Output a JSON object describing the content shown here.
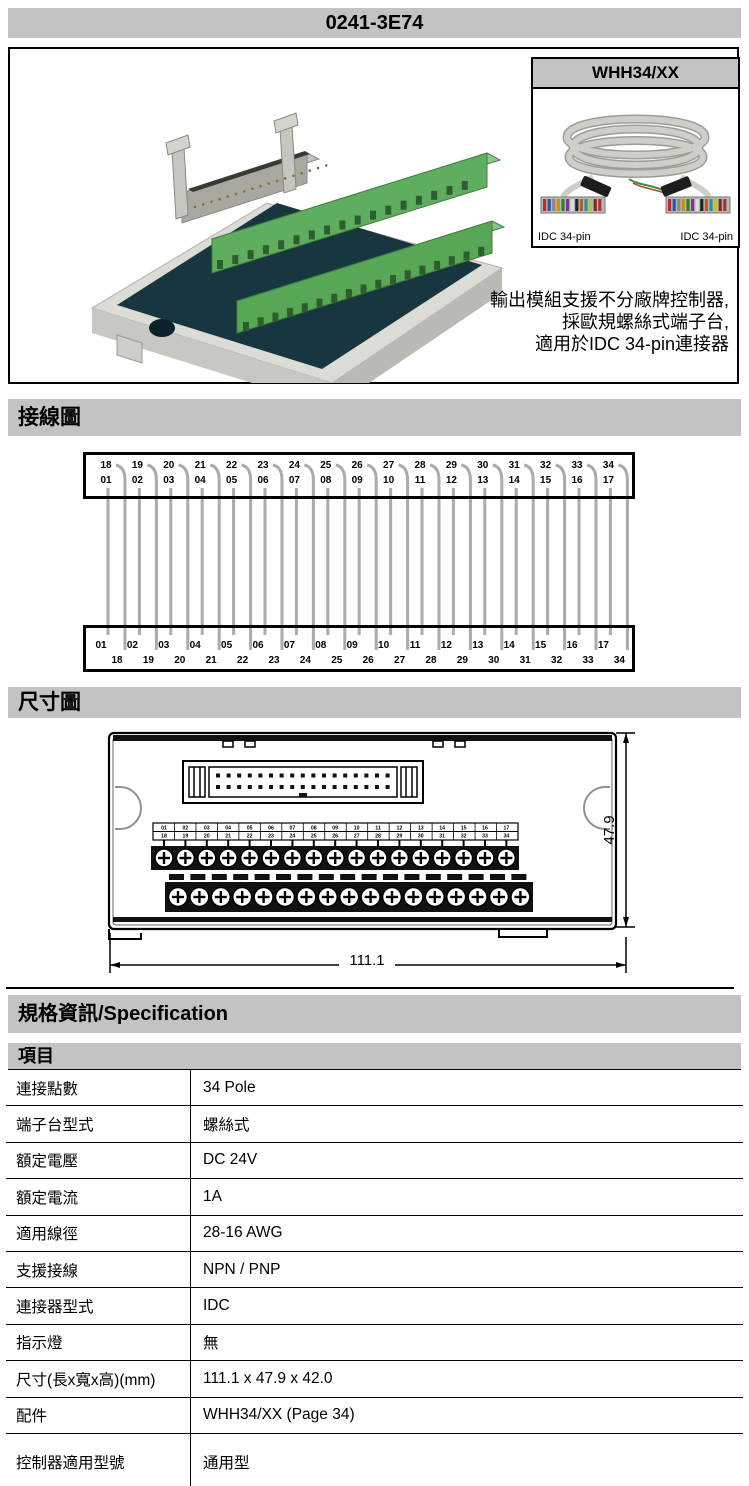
{
  "page_title": "0241-3E74",
  "colors": {
    "section_bar_gray": "#c3c3c3",
    "wire_gray": "#ababab",
    "pcb_teal": "#17363f",
    "terminal_green": "#5fae5f",
    "housing_gray": "#d8d8d2"
  },
  "accessory": {
    "title": "WHH34/XX",
    "connector_label_left": "IDC 34-pin",
    "connector_label_right": "IDC 34-pin"
  },
  "product_description": {
    "line1": "輸出模組支援不分廠牌控制器,",
    "line2": "採歐規螺絲式端子台,",
    "line3": "適用於IDC 34-pin連接器"
  },
  "sections": {
    "wiring_title": "接線圖",
    "dimension_title": "尺寸圖",
    "spec_title": "規格資訊/Specification",
    "spec_subheader": "項目"
  },
  "pins": {
    "low": [
      "01",
      "02",
      "03",
      "04",
      "05",
      "06",
      "07",
      "08",
      "09",
      "10",
      "11",
      "12",
      "13",
      "14",
      "15",
      "16",
      "17"
    ],
    "high": [
      "18",
      "19",
      "20",
      "21",
      "22",
      "23",
      "24",
      "25",
      "26",
      "27",
      "28",
      "29",
      "30",
      "31",
      "32",
      "33",
      "34"
    ]
  },
  "dimension_labels": {
    "width": "111.1",
    "height": "47.9"
  },
  "spec_table": {
    "rows": [
      {
        "label": "連接點數",
        "value": "34 Pole"
      },
      {
        "label": "端子台型式",
        "value": "螺絲式"
      },
      {
        "label": "額定電壓",
        "value": "DC 24V"
      },
      {
        "label": "額定電流",
        "value": "1A"
      },
      {
        "label": "適用線徑",
        "value": "28-16 AWG"
      },
      {
        "label": "支援接線",
        "value": "NPN / PNP"
      },
      {
        "label": "連接器型式",
        "value": "IDC"
      },
      {
        "label": "指示燈",
        "value": "無"
      },
      {
        "label": "尺寸(長x寬x高)(mm)",
        "value": "111.1 x 47.9 x 42.0"
      },
      {
        "label": "配件",
        "value": "WHH34/XX (Page 34)"
      },
      {
        "label": "控制器適用型號",
        "value": "通用型"
      }
    ]
  }
}
